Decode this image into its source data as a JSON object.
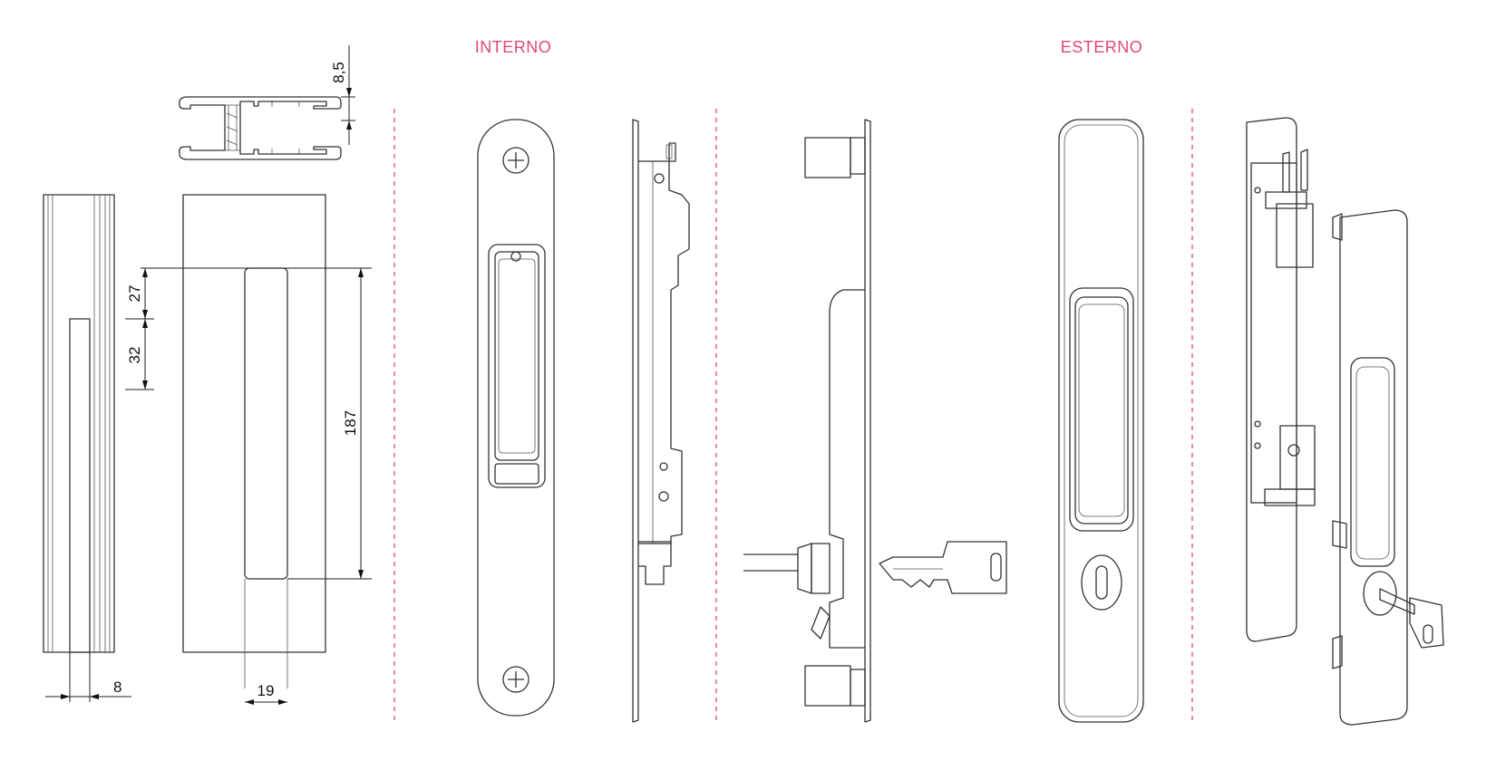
{
  "headings": {
    "interno": "INTERNO",
    "esterno": "ESTERNO"
  },
  "dimensions": {
    "profile_top": "8,5",
    "offset_27": "27",
    "offset_32": "32",
    "handle_length": "187",
    "profile_width": "8",
    "handle_width": "19"
  },
  "colors": {
    "accent": "#e0467c",
    "line": "#333333"
  }
}
